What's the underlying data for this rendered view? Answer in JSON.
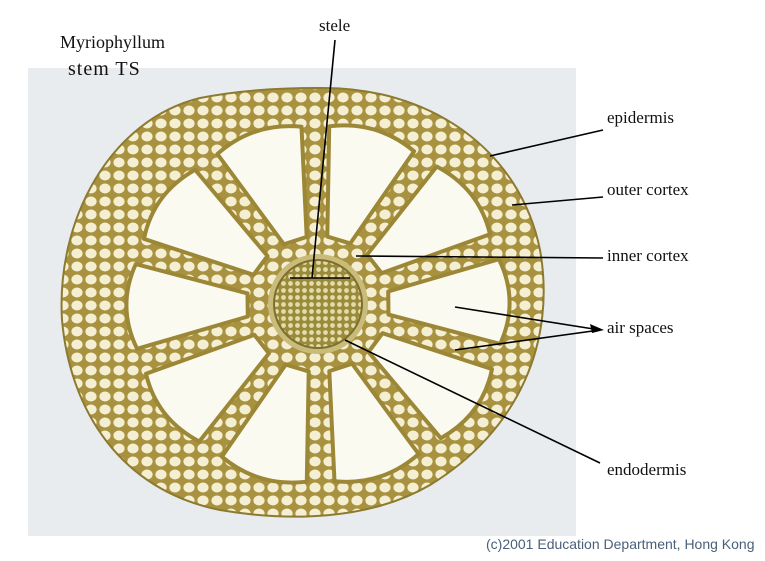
{
  "title": {
    "line1": "Myriophyllum",
    "line2": "stem TS"
  },
  "labels": {
    "stele": "stele",
    "epidermis": "epidermis",
    "outer_cortex": "outer cortex",
    "inner_cortex": "inner cortex",
    "air_spaces": "air spaces",
    "endodermis": "endodermis"
  },
  "copyright": "(c)2001 Education Department, Hong Kong",
  "colors": {
    "tissue": "#b9a453",
    "cell": "#f6f2d8",
    "background": "#e9ecef"
  }
}
